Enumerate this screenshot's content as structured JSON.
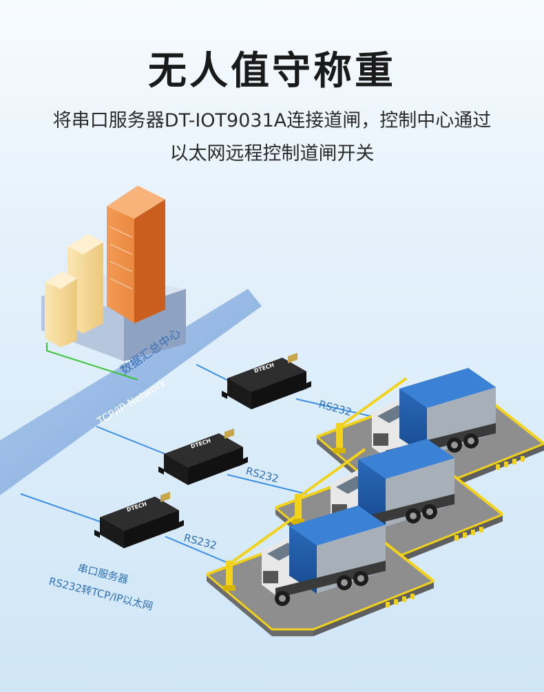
{
  "header": {
    "title": "无人值守称重",
    "subtitle_line1": "将串口服务器DT-IOT9031A连接道闸，控制中心通过",
    "subtitle_line2": "以太网远程控制道闸开关"
  },
  "diagram": {
    "center_label": "数据汇总中心",
    "network_label": "TCP/IP Network",
    "link_label": "RS232",
    "device_brand": "DTECH",
    "device_caption_line1": "串口服务器",
    "device_caption_line2": "RS232转TCP/IP以太网"
  },
  "colors": {
    "network_band": "#8db3e2",
    "link_line": "#3a8ee6",
    "ground_line": "#3bc43b",
    "truck_cargo": "#1e5aa8",
    "gate_yellow": "#f2d21a"
  }
}
